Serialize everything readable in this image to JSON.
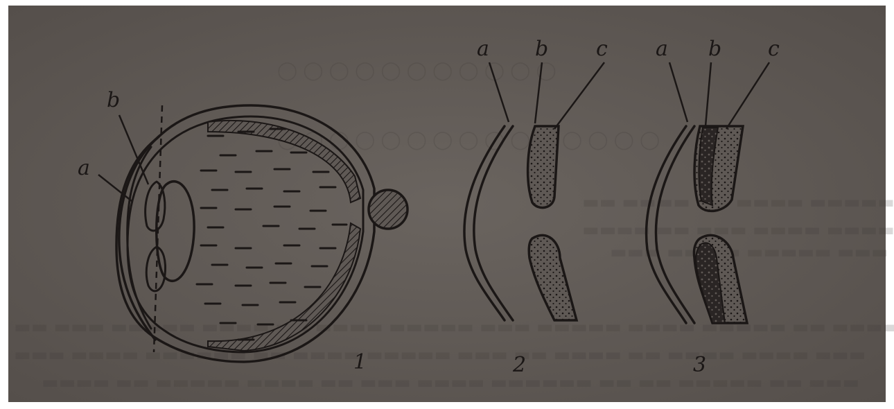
{
  "figure": {
    "colors": {
      "paper": "#5f5955",
      "paper_light": "#6a645f",
      "ink": "#1b1716",
      "frame": "#ffffff"
    },
    "panel1": {
      "label_a": "a",
      "label_b": "b",
      "number": "1"
    },
    "panel2": {
      "label_a": "a",
      "label_b": "b",
      "label_c": "c",
      "number": "2"
    },
    "panel3": {
      "label_a": "a",
      "label_b": "b",
      "label_c": "c",
      "number": "3"
    }
  }
}
